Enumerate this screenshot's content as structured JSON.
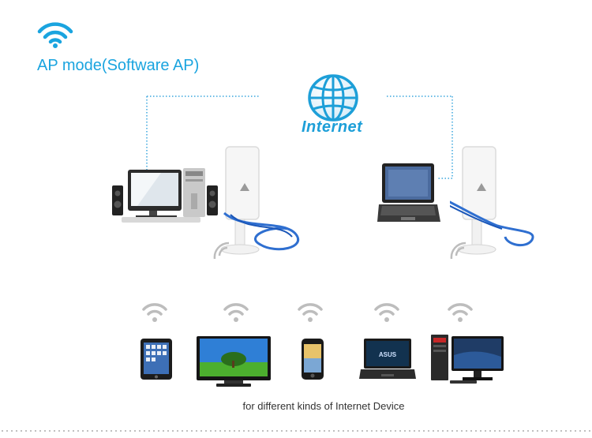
{
  "header": {
    "title": "AP mode(Software AP)",
    "icon": "wifi-icon",
    "accent_color": "#1aa4df"
  },
  "internet": {
    "label": "Internet",
    "icon": "globe-icon"
  },
  "top_devices": [
    {
      "name": "desktop-pc-with-speakers",
      "icon": "desktop-computer-icon"
    },
    {
      "name": "laptop",
      "icon": "laptop-icon"
    }
  ],
  "adapters": [
    {
      "name": "usb-wifi-antenna",
      "icon": "antenna-icon"
    },
    {
      "name": "usb-wifi-antenna",
      "icon": "antenna-icon"
    }
  ],
  "client_devices": [
    {
      "name": "tablet",
      "icon": "tablet-icon"
    },
    {
      "name": "tv",
      "icon": "tv-icon"
    },
    {
      "name": "smartphone",
      "icon": "phone-icon"
    },
    {
      "name": "laptop",
      "icon": "laptop-icon"
    },
    {
      "name": "desktop",
      "icon": "desktop-computer-icon"
    }
  ],
  "caption": "for different kinds of Internet Device"
}
